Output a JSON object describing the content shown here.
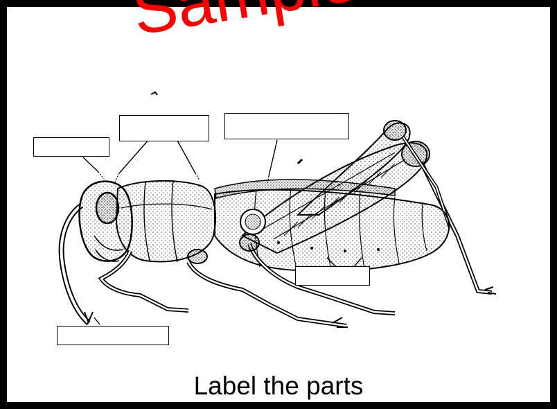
{
  "caption": "Label the parts",
  "watermark": "Sample",
  "colors": {
    "frame": "#000000",
    "watermark": "#ff0000",
    "stipple": "#3a3a3a"
  },
  "label_boxes": [
    {
      "id": "box-head",
      "text": ""
    },
    {
      "id": "box-thorax",
      "text": ""
    },
    {
      "id": "box-abdomen",
      "text": ""
    },
    {
      "id": "box-spiracles",
      "text": ""
    },
    {
      "id": "box-antenna",
      "text": ""
    }
  ]
}
